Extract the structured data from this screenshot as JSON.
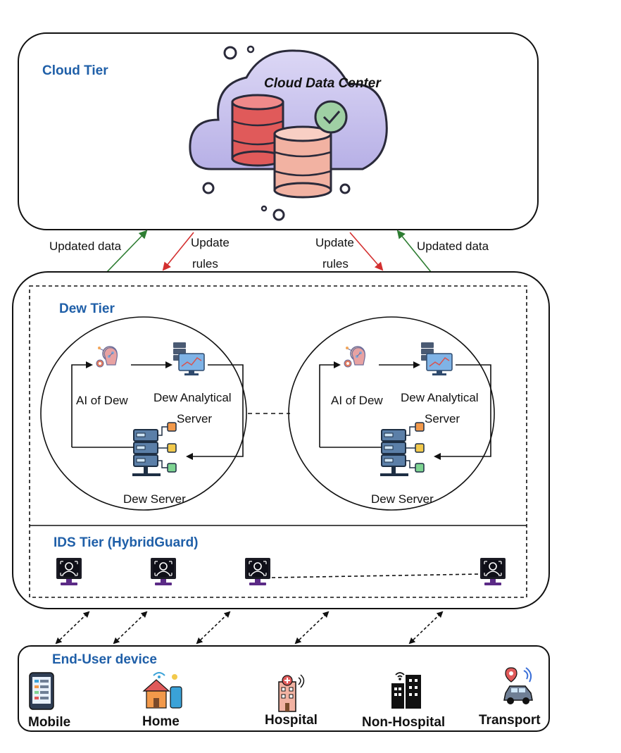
{
  "cloud": {
    "title": "Cloud Tier",
    "datacenter_label": "Cloud Data Center"
  },
  "links": {
    "left_up": "Updated data",
    "left_down_line1": "Update",
    "left_down_line2": "rules",
    "right_down_line1": "Update",
    "right_down_line2": "rules",
    "right_up": "Updated data"
  },
  "dew": {
    "title": "Dew Tier",
    "clusters": [
      {
        "ai_label": "AI of Dew",
        "analytical_line1": "Dew Analytical",
        "analytical_line2": "Server",
        "server_label": "Dew Server"
      },
      {
        "ai_label": "AI of Dew",
        "analytical_line1": "Dew Analytical",
        "analytical_line2": "Server",
        "server_label": "Dew Server"
      }
    ]
  },
  "ids": {
    "title": "IDS Tier (HybridGuard)"
  },
  "enduser": {
    "title": "End-User device",
    "devices": [
      "Mobile",
      "Home",
      "Hospital",
      "Non-Hospital",
      "Transport"
    ]
  },
  "colors": {
    "tier_title": "#1f5fa8",
    "up_arrow": "#2e7d32",
    "down_arrow": "#d32f2f",
    "monitor": "#5b2a86"
  }
}
